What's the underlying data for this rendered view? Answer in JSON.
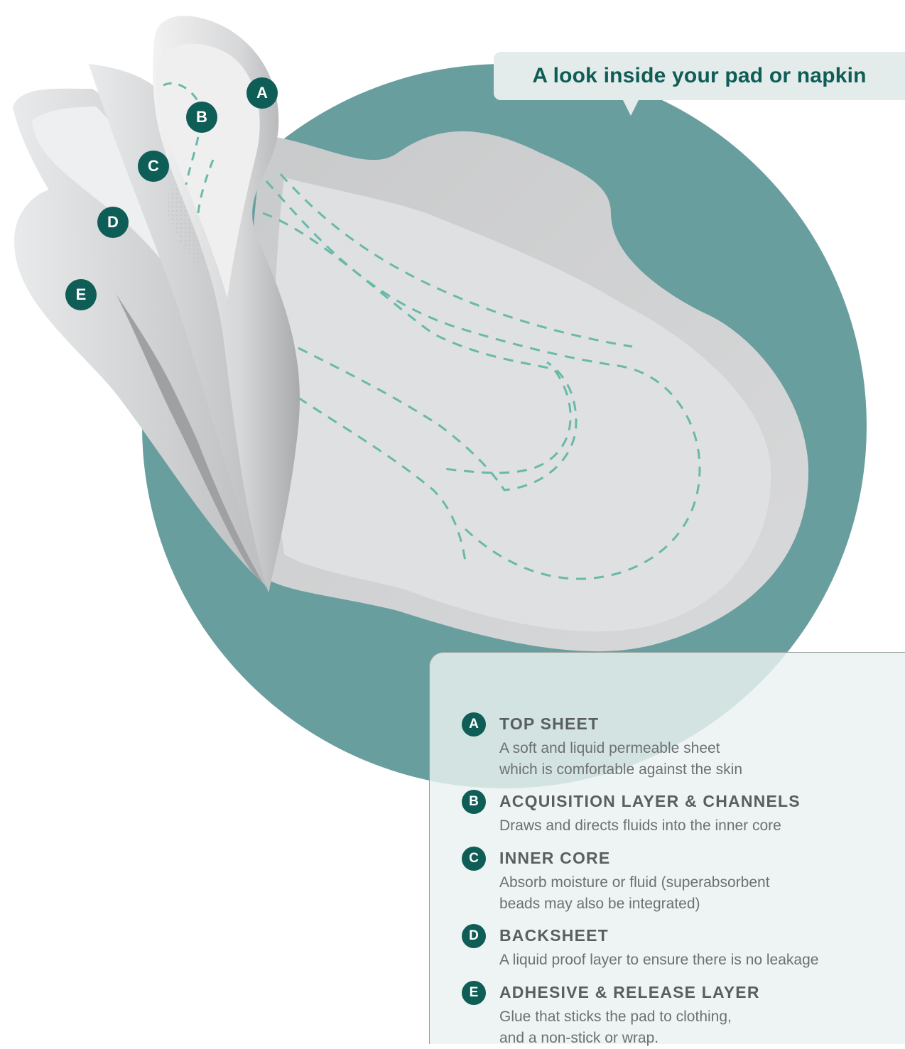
{
  "title": "A look inside your pad or napkin",
  "colors": {
    "circle": "#689e9d",
    "accent": "#0e5d56",
    "dash": "#69b9a9",
    "pad_body": "#d9dadb",
    "pad_light": "#eeeff0"
  },
  "markers": [
    "A",
    "B",
    "C",
    "D",
    "E"
  ],
  "layers": [
    {
      "letter": "A",
      "name": "TOP SHEET",
      "desc_lines": [
        "A soft and liquid permeable sheet",
        "which is comfortable against the skin"
      ]
    },
    {
      "letter": "B",
      "name": "ACQUISITION LAYER & CHANNELS",
      "desc_lines": [
        "Draws and directs fluids into the inner core"
      ]
    },
    {
      "letter": "C",
      "name": "INNER CORE",
      "desc_lines": [
        "Absorb moisture or fluid (superabsorbent",
        "beads may also be integrated)"
      ]
    },
    {
      "letter": "D",
      "name": "BACKSHEET",
      "desc_lines": [
        "A liquid proof layer to ensure there is no leakage"
      ]
    },
    {
      "letter": "E",
      "name": "ADHESIVE & RELEASE LAYER",
      "desc_lines": [
        "Glue that sticks the pad to clothing,",
        "and a non-stick or wrap."
      ]
    }
  ]
}
